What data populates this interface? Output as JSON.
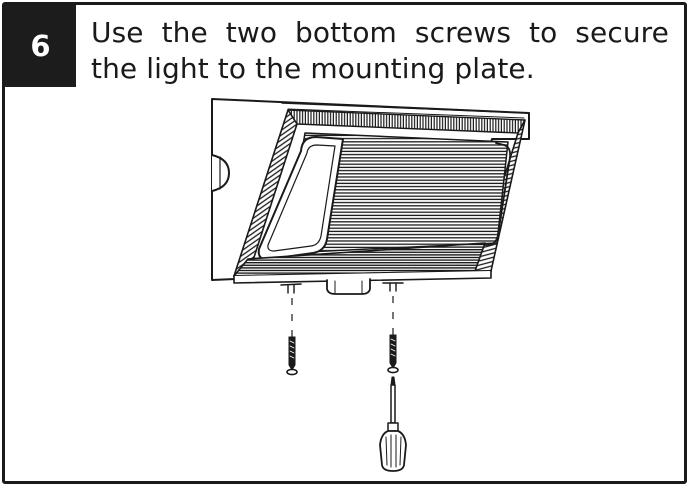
{
  "step": {
    "number": "6",
    "instruction": "Use the two bottom screws to secure the light to the mounting plate."
  },
  "colors": {
    "ink": "#1a1a1a",
    "badge_background": "#1c1c1c",
    "badge_text": "#ffffff",
    "background": "#ffffff"
  },
  "illustration": {
    "parts": [
      "light-fixture",
      "mounting-screw-left",
      "mounting-screw-right",
      "screwdriver"
    ]
  }
}
